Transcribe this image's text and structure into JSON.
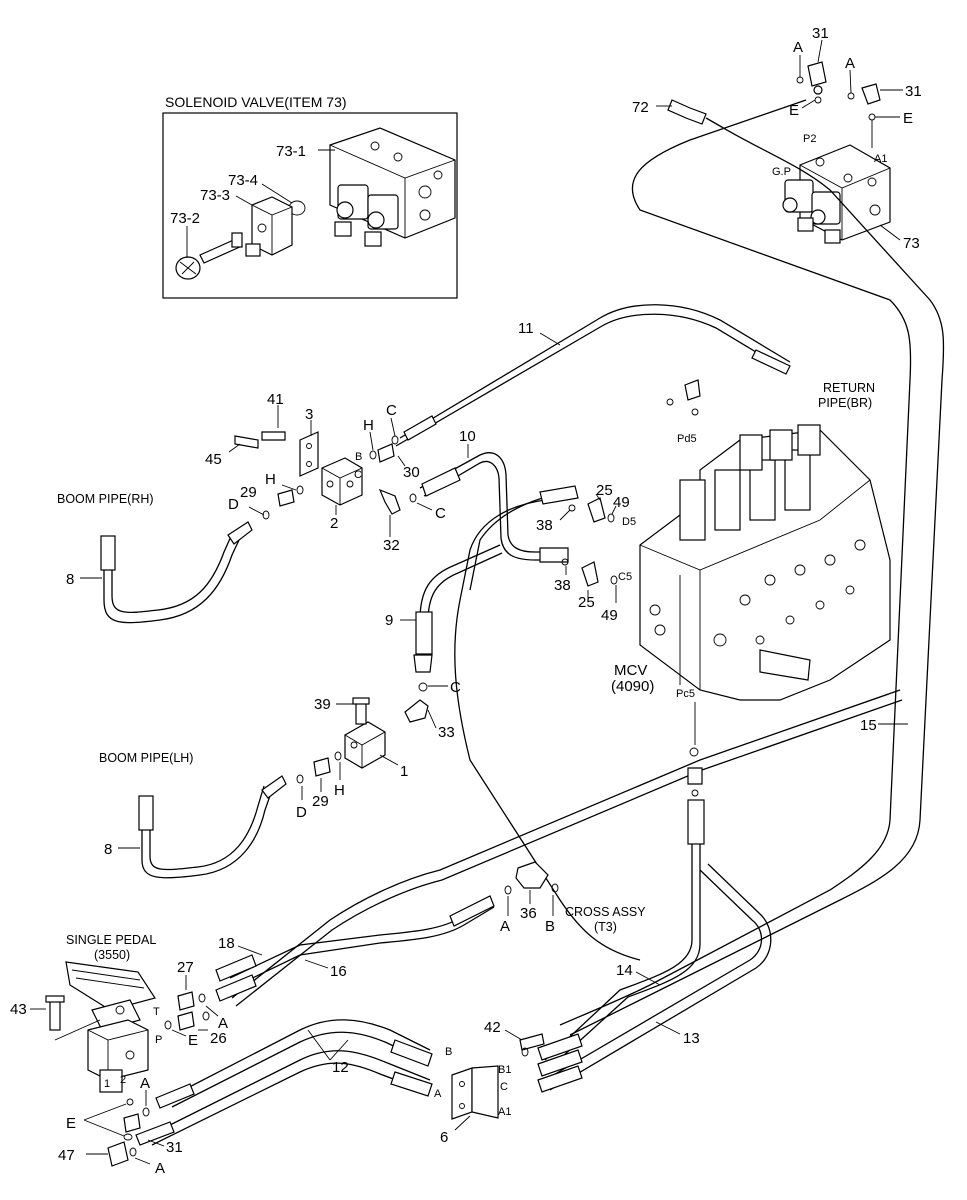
{
  "diagram": {
    "solenoid_box_title": "SOLENOID VALVE(ITEM 73)",
    "callouts": {
      "n73_1": "73-1",
      "n73_2": "73-2",
      "n73_3": "73-3",
      "n73_4": "73-4",
      "n72": "72",
      "n31a": "31",
      "n31b": "31",
      "n31c": "31",
      "n73": "73",
      "n11": "11",
      "n10": "10",
      "n9": "9",
      "n8a": "8",
      "n8b": "8",
      "n41": "41",
      "n3": "3",
      "n45": "45",
      "n29a": "29",
      "n29b": "29",
      "n2": "2",
      "n32": "32",
      "n30": "30",
      "n25a": "25",
      "n25b": "25",
      "n49a": "49",
      "n49b": "49",
      "n38a": "38",
      "n38b": "38",
      "n39": "39",
      "n33": "33",
      "n1": "1",
      "n15": "15",
      "n36": "36",
      "n18": "18",
      "n16": "16",
      "n27": "27",
      "n43": "43",
      "n26": "26",
      "n12": "12",
      "n42": "42",
      "n14": "14",
      "n13": "13",
      "n6": "6",
      "n47": "47"
    },
    "letters": {
      "A_1": "A",
      "A_2": "A",
      "E_1": "E",
      "E_2": "E",
      "C_1": "C",
      "C_2": "C",
      "C_3": "C",
      "H_1": "H",
      "H_2": "H",
      "H_3": "H",
      "D_1": "D",
      "D_2": "D",
      "A_3": "A",
      "B_1": "B",
      "A_4": "A",
      "E_3": "E",
      "A_5": "A",
      "E_4": "E",
      "A_6": "A"
    },
    "ports": {
      "p2": "P2",
      "gp": "G.P",
      "a1": "A1",
      "pd5": "Pd5",
      "d5": "D5",
      "c5": "C5",
      "pc5": "Pc5",
      "b_small": "B",
      "c_small": "C",
      "b_six": "B",
      "a_six": "A",
      "b1_six": "B1",
      "c_six": "C",
      "a1_six": "A1",
      "t_ped": "T",
      "p_ped": "P",
      "one_ped": "1",
      "two_ped": "2"
    },
    "notes": {
      "return_pipe_1": "RETURN",
      "return_pipe_2": "PIPE(BR)",
      "boom_rh": "BOOM PIPE(RH)",
      "boom_lh": "BOOM PIPE(LH)",
      "mcv_1": "MCV",
      "mcv_2": "(4090)",
      "cross_1": "CROSS ASSY",
      "cross_2": "(T3)",
      "pedal_1": "SINGLE PEDAL",
      "pedal_2": "(3550)"
    }
  }
}
